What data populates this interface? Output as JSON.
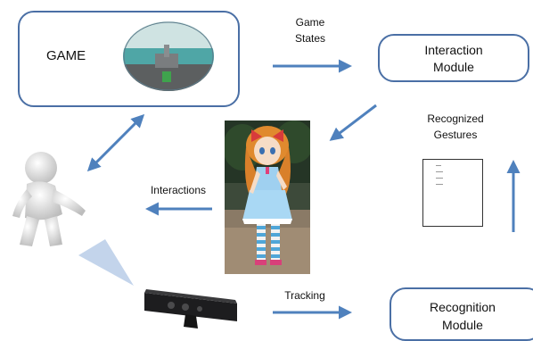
{
  "boxes": {
    "game": "GAME",
    "interaction": {
      "line1": "Interaction",
      "line2": "Module"
    },
    "recognition": {
      "line1": "Recognition",
      "line2": "Module"
    }
  },
  "labels": {
    "game_states": {
      "line1": "Game",
      "line2": "States"
    },
    "recognized_gestures": {
      "line1": "Recognized",
      "line2": "Gestures"
    },
    "interactions": "Interactions",
    "tracking": "Tracking"
  },
  "colors": {
    "arrow": "#4f81bd",
    "box_border": "#4a6fa5",
    "beam": "#b9cde8"
  }
}
